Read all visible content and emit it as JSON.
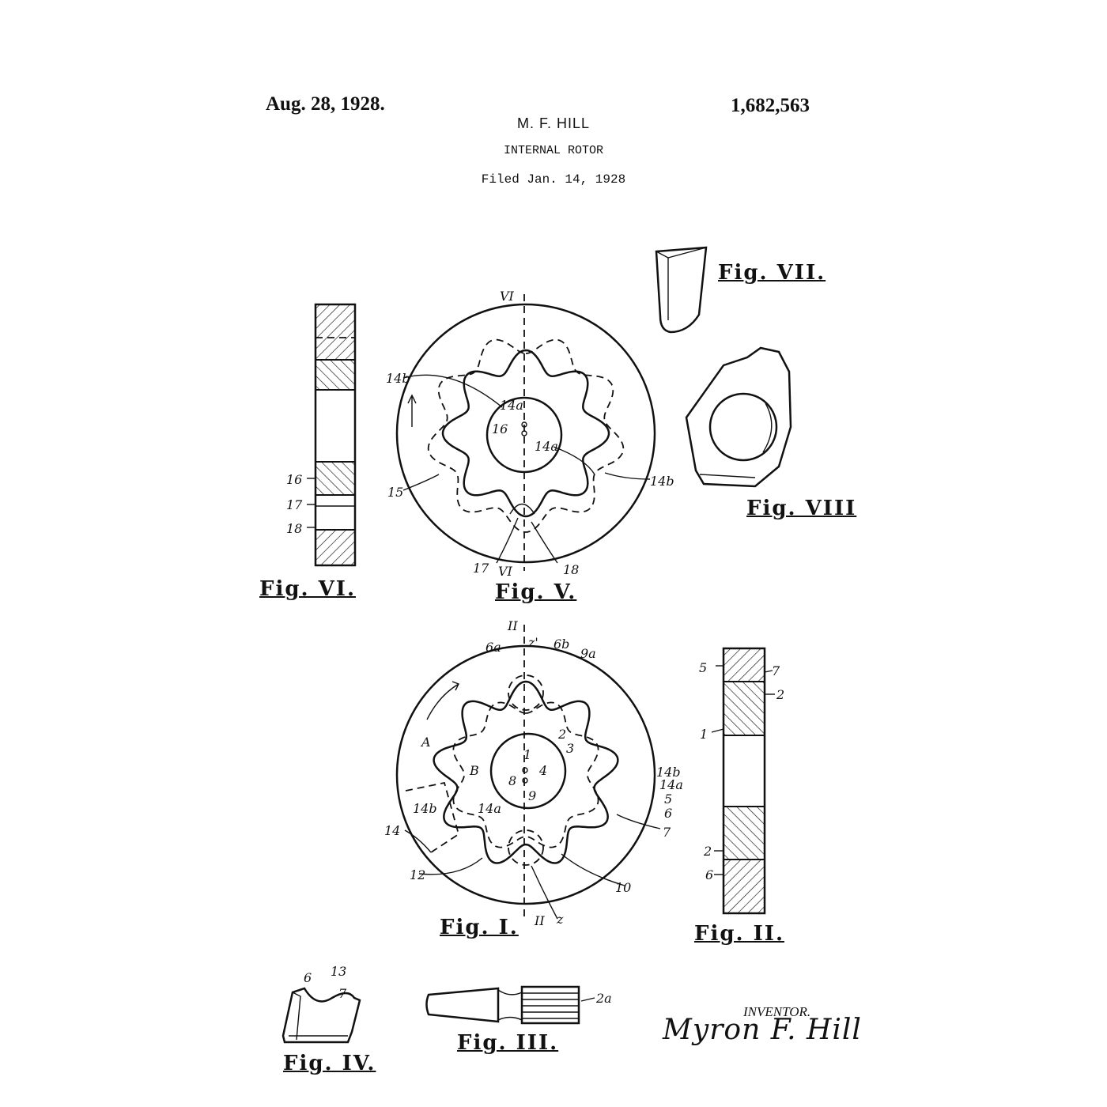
{
  "header": {
    "date": "Aug. 28, 1928.",
    "patent_number": "1,682,563",
    "inventor_name": "M. F. HILL",
    "title": "INTERNAL ROTOR",
    "filed": "Filed Jan. 14, 1928"
  },
  "figures": {
    "fig1": "Fig. I.",
    "fig2": "Fig. II.",
    "fig3": "Fig. III.",
    "fig4": "Fig. IV.",
    "fig5": "Fig. V.",
    "fig6": "Fig. VI.",
    "fig7": "Fig. VII.",
    "fig8": "Fig. VIII"
  },
  "refs": {
    "r_vi_top": "VI",
    "r_vi_bot": "VI",
    "r_14b_a": "14b",
    "r_14a_a": "14a",
    "r_16": "16",
    "r_14a_b": "14a",
    "r_15": "15",
    "r_14b_b": "14b",
    "r_17": "17",
    "r_18": "18",
    "r6_16": "16",
    "r6_17": "17",
    "r6_18": "18",
    "r_ii_top": "II",
    "r_ii_bot": "II",
    "r_6a": "6a",
    "r_z1": "z'",
    "r_6b": "6b",
    "r_9a": "9a",
    "r_A": "A",
    "r_B": "B",
    "r_1": "1",
    "r_2": "2",
    "r_3": "3",
    "r_4": "4",
    "r_8": "8",
    "r_9": "9",
    "r_14b_c": "14b",
    "r_14a_c": "14a",
    "r_14b_d": "14b",
    "r_14a_d": "14a",
    "r_5": "5",
    "r_6": "6",
    "r_7": "7",
    "r_14": "14",
    "r_12": "12",
    "r_10": "10",
    "r_z": "z",
    "r2_5": "5",
    "r2_7": "7",
    "r2_2a": "2",
    "r2_1": "1",
    "r2_2b": "2",
    "r2_6": "6",
    "r4_6": "6",
    "r4_13": "13",
    "r4_7": "7",
    "r3_2a": "2a"
  },
  "signature": {
    "label": "INVENTOR.",
    "signature_text": "Myron F. Hill"
  }
}
